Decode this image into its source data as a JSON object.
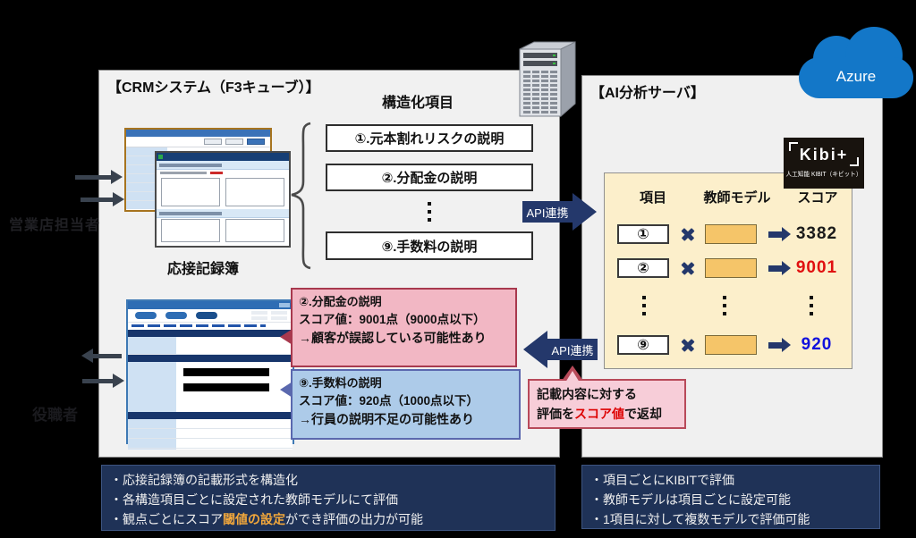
{
  "actors": {
    "top_label": "営業店担当者",
    "bottom_label": "役職者"
  },
  "azure": {
    "label": "Azure",
    "color": "#1377c8"
  },
  "crm_panel": {
    "title": "【CRMシステム（F3キューブ）】",
    "structured_items_label": "構造化項目",
    "record_book_label": "応接記録簿",
    "structured_items": [
      {
        "label": "①.元本割れリスクの説明"
      },
      {
        "label": "②.分配金の説明"
      },
      {
        "label": "⑨.手数料の説明"
      }
    ],
    "callout_pink": {
      "title": "②.分配金の説明",
      "score": "スコア値：9001点（9000点以下）",
      "result": "→顧客が誤認している可能性あり",
      "fill": "#f2b7c4",
      "border": "#a8394e"
    },
    "callout_blue": {
      "title": "⑨.手数料の説明",
      "score": "スコア値：920点（1000点以下）",
      "result": "→行員の説明不足の可能性あり",
      "fill": "#adcbe9",
      "border": "#5a68ae"
    },
    "features": {
      "line1": "・応接記録簿の記載形式を構造化",
      "line2": "・各構造項目ごとに設定された教師モデルにて評価",
      "line3_pre": "・観点ごとにスコア",
      "line3_highlight": "閾値の設定",
      "line3_post": "ができ評価の出力が可能",
      "highlight_color": "#f2a73b"
    }
  },
  "ai_panel": {
    "title": "【AI分析サーバ】",
    "kibit_logo": {
      "text": "Kibi+",
      "caption": "人工知能 KIBIT（キビット）"
    },
    "score_table": {
      "headers": {
        "item": "項目",
        "model": "教師モデル",
        "score": "スコア"
      },
      "rows": [
        {
          "item": "①",
          "score": "3382",
          "score_color": "#1a1a1a"
        },
        {
          "item": "②",
          "score": "9001",
          "score_color": "#e01010"
        },
        {
          "item": "⑨",
          "score": "920",
          "score_color": "#1212dd"
        }
      ]
    },
    "features": {
      "line1": "・項目ごとにKIBITで評価",
      "line2": "・教師モデルは項目ごとに設定可能",
      "line3": "・1項目に対して複数モデルで評価可能"
    }
  },
  "connectors": {
    "api_to_ai": "API連携",
    "api_to_crm": "API連携",
    "return_note": {
      "line1": "記載内容に対する",
      "line2_pre": "評価を",
      "line2_highlight": "スコア値",
      "line2_post": "で返却",
      "highlight_color": "#dd0000"
    }
  }
}
